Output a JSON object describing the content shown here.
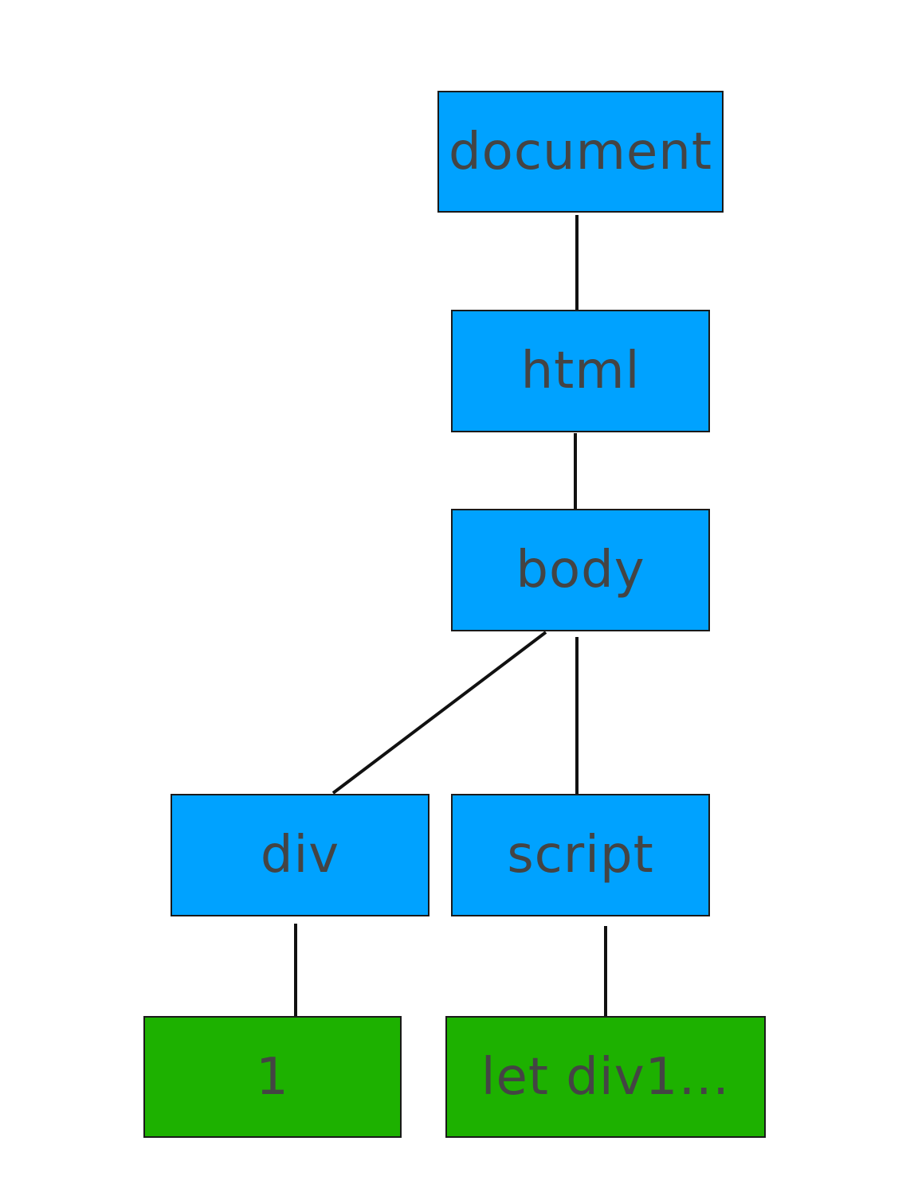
{
  "colors": {
    "element": "#00a2ff",
    "text_node": "#1db100",
    "label": "#444444",
    "line": "#111111"
  },
  "nodes": {
    "document": {
      "label": "document",
      "kind": "element"
    },
    "html": {
      "label": "html",
      "kind": "element"
    },
    "body": {
      "label": "body",
      "kind": "element"
    },
    "div": {
      "label": "div",
      "kind": "element"
    },
    "script": {
      "label": "script",
      "kind": "element"
    },
    "text_1": {
      "label": "1",
      "kind": "text_node"
    },
    "text_script": {
      "label": "let div1…",
      "kind": "text_node"
    }
  },
  "edges": [
    {
      "from": "document",
      "to": "html"
    },
    {
      "from": "html",
      "to": "body"
    },
    {
      "from": "body",
      "to": "div"
    },
    {
      "from": "body",
      "to": "script"
    },
    {
      "from": "div",
      "to": "text_1"
    },
    {
      "from": "script",
      "to": "text_script"
    }
  ]
}
